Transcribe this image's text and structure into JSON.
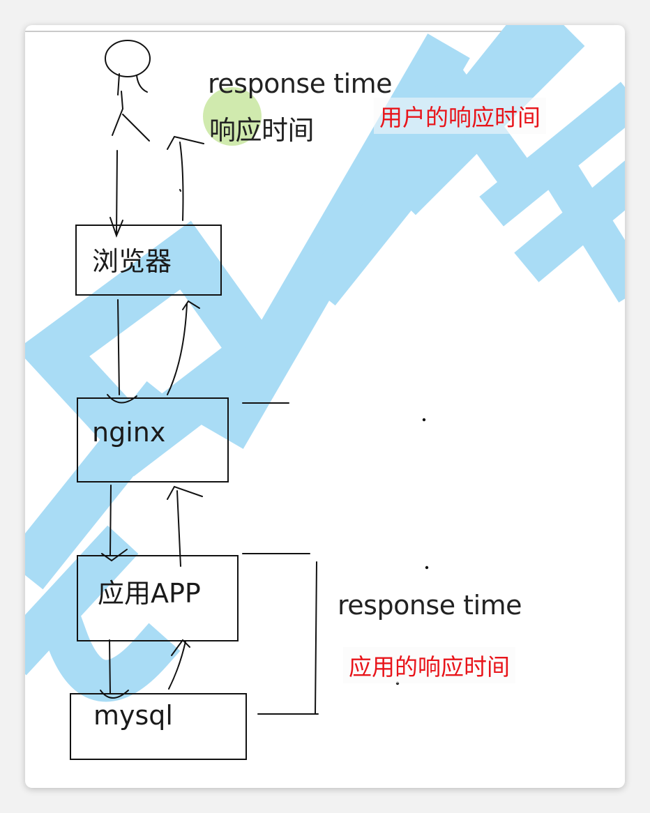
{
  "diagram": {
    "nodes": {
      "browser": "浏览器",
      "nginx": "nginx",
      "app": "应用APP",
      "mysql": "mysql"
    },
    "user_annotation": {
      "line1": "response time",
      "line2": "响应时间",
      "red_label": "用户的响应时间"
    },
    "app_annotation": {
      "line1": "response time",
      "red_label": "应用的响应时间"
    }
  },
  "colors": {
    "watermark": "#a9dcf5",
    "red_label": "#e8141a",
    "highlight": "#c8e6a0",
    "stroke": "#111111"
  }
}
